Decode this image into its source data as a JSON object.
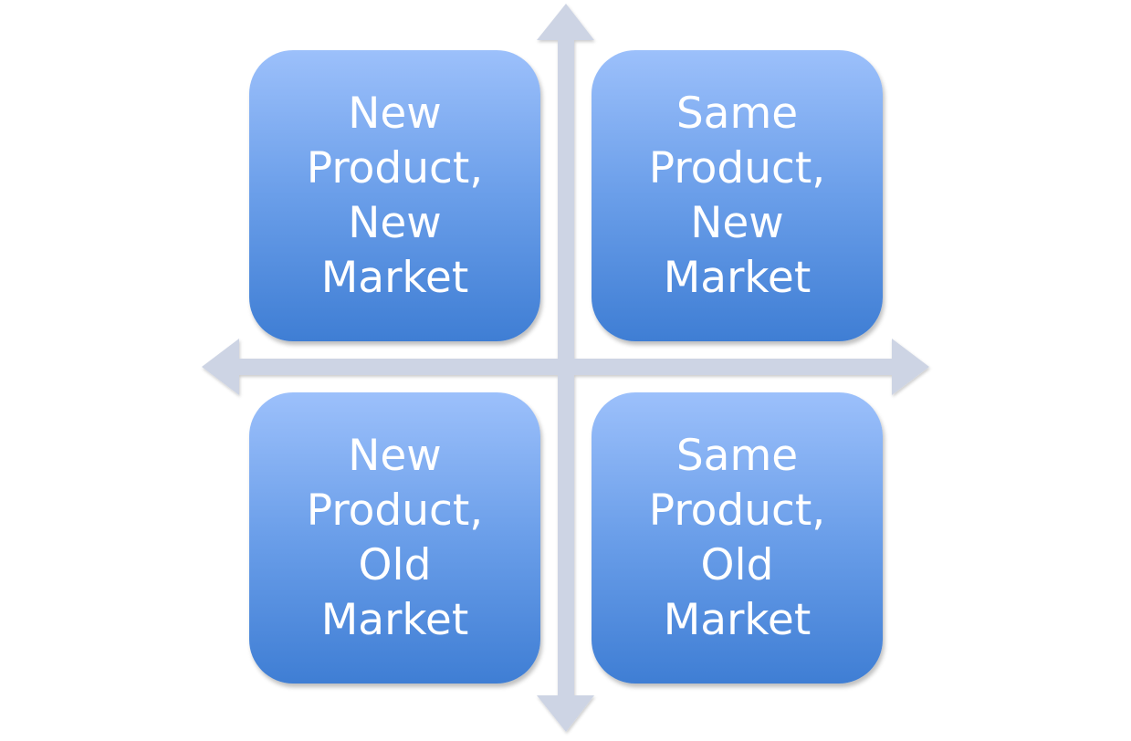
{
  "colors": {
    "axis": "#cdd4e4",
    "box_top": "#9cc0fb",
    "box_bottom": "#3f7ed4",
    "text": "#ffffff"
  },
  "quadrants": [
    {
      "label": "New\nProduct,\nNew\nMarket"
    },
    {
      "label": "Same\nProduct,\nNew\nMarket"
    },
    {
      "label": "New\nProduct,\nOld\nMarket"
    },
    {
      "label": "Same\nProduct,\nOld\nMarket"
    }
  ]
}
